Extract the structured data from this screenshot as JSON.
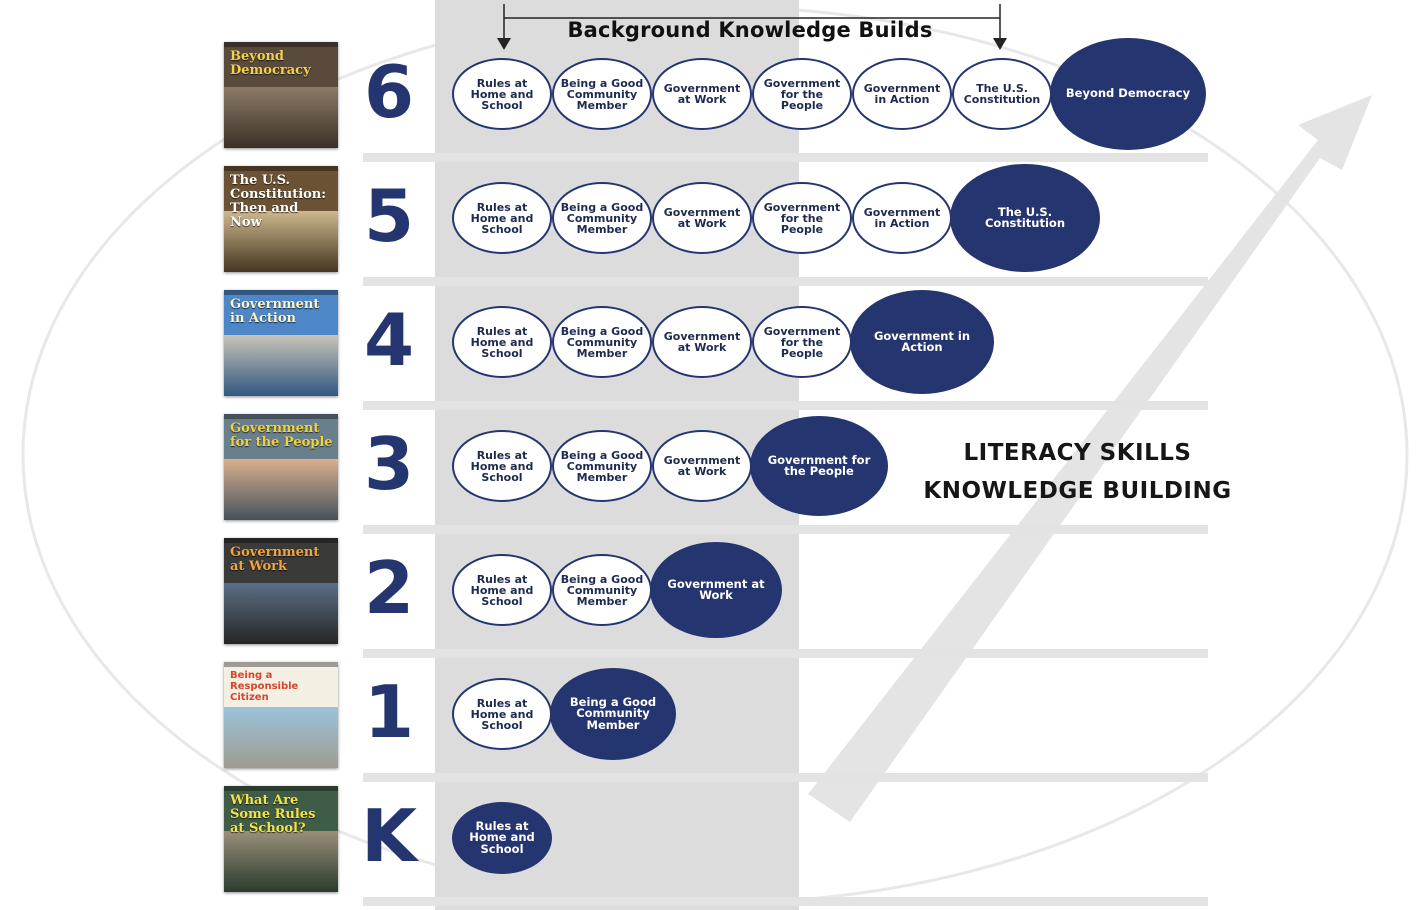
{
  "header": {
    "title": "Background Knowledge Builds"
  },
  "side_label": {
    "line1": "LITERACY SKILLS",
    "line2": "KNOWLEDGE BUILDING"
  },
  "colors": {
    "navy": "#25356f",
    "shade": "#dcdcdc",
    "divider": "#e3e3e3",
    "arrow": "#e4e4e4"
  },
  "grades": [
    {
      "grade": "6",
      "cover": {
        "title": "Beyond Democracy",
        "title_color": "#f2d24b",
        "bg": "#5a4a3c",
        "scene": "#8c7a66"
      },
      "topics": [
        "Rules at Home and School",
        "Being a Good Community Member",
        "Government at Work",
        "Government for the People",
        "Government in Action",
        "The U.S. Constitution",
        "Beyond Democracy"
      ]
    },
    {
      "grade": "5",
      "cover": {
        "title": "The U.S. Constitution: Then and Now",
        "title_color": "#ffffff",
        "bg": "#6b5234",
        "scene": "#cdb88e"
      },
      "topics": [
        "Rules at Home and School",
        "Being a Good Community Member",
        "Government at Work",
        "Government for the People",
        "Government in Action",
        "The U.S. Constitution"
      ]
    },
    {
      "grade": "4",
      "cover": {
        "title": "Government in Action",
        "title_color": "#fff3c8",
        "bg": "#4d87c7",
        "scene": "#c9c4b8"
      },
      "topics": [
        "Rules at Home and School",
        "Being a Good Community Member",
        "Government at Work",
        "Government for the People",
        "Government in Action"
      ]
    },
    {
      "grade": "3",
      "cover": {
        "title": "Government for the People",
        "title_color": "#f0d23c",
        "bg": "#6a7f8c",
        "scene": "#d9b08f"
      },
      "topics": [
        "Rules at Home and School",
        "Being a Good Community Member",
        "Government at Work",
        "Government for the People"
      ]
    },
    {
      "grade": "2",
      "cover": {
        "title": "Government at Work",
        "title_color": "#f3a33a",
        "bg": "#3a3a38",
        "scene": "#5b6f86"
      },
      "topics": [
        "Rules at Home and School",
        "Being a Good Community Member",
        "Government at Work"
      ]
    },
    {
      "grade": "1",
      "cover": {
        "title": "Being a Responsible Citizen",
        "title_color": "#d8442c",
        "bg": "#f3efe2",
        "scene": "#9cc3d9"
      },
      "topics": [
        "Rules at Home and School",
        "Being a Good Community Member"
      ]
    },
    {
      "grade": "K",
      "cover": {
        "title": "What Are Some Rules at School?",
        "title_color": "#f4e24a",
        "bg": "#3f5c46",
        "scene": "#9a8f7a"
      },
      "topics": [
        "Rules at Home and School"
      ]
    }
  ]
}
